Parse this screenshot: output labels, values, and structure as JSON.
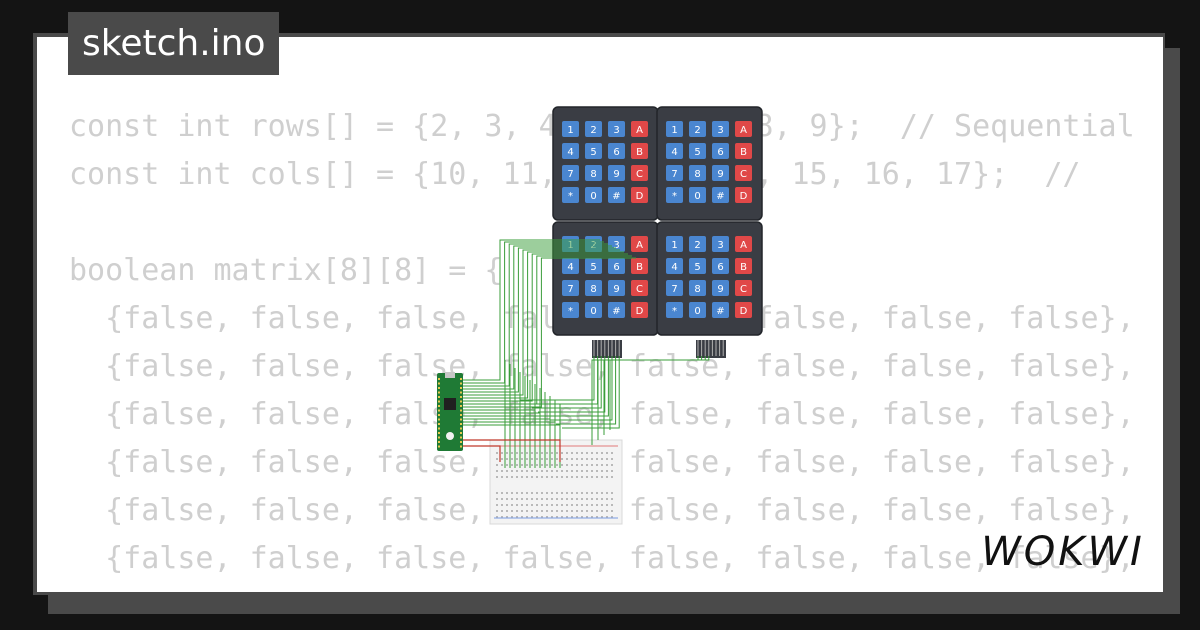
{
  "app": {
    "filename": "sketch.ino",
    "brand": "WOKWI"
  },
  "code": {
    "lines": [
      "const int rows[] = {2, 3, 4, 5, 6, 7, 8, 9};  // Sequential",
      "const int cols[] = {10, 11, 12, 13, 14, 15, 16, 17};  //",
      "",
      "boolean matrix[8][8] = {",
      "  {false, false, false, false, false, false, false, false},",
      "  {false, false, false, false, false, false, false, false},",
      "  {false, false, false, false, false, false, false, false},",
      "  {false, false, false, false, false, false, false, false},",
      "  {false, false, false, false, false, false, false, false},",
      "  {false, false, false, false, false, false, false, false},",
      "  {false, false, false, false, false, false, false, false},"
    ]
  },
  "keypad": {
    "keys": [
      [
        "1",
        "2",
        "3",
        "A"
      ],
      [
        "4",
        "5",
        "6",
        "B"
      ],
      [
        "7",
        "8",
        "9",
        "C"
      ],
      [
        "*",
        "0",
        "#",
        "D"
      ]
    ],
    "colors": {
      "body": "#3a3d44",
      "digit_key": "#4a86d0",
      "letter_key": "#e04848"
    }
  },
  "icons": {
    "board": "raspberry-pi-pico-icon",
    "breadboard": "breadboard-icon"
  },
  "colors": {
    "wire": "#3a9d3a",
    "power_wire": "#c0392b",
    "board": "#1f7a35",
    "frame": "#4a4a4a"
  }
}
